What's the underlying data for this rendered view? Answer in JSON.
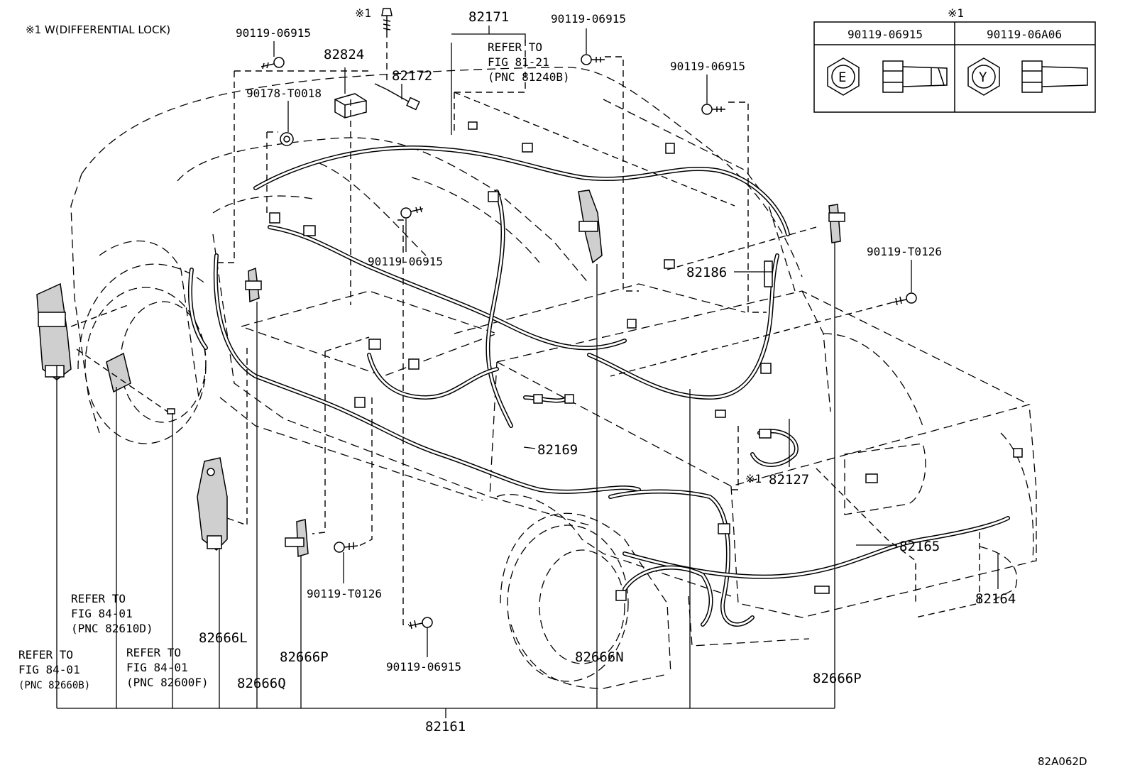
{
  "footnote": "※1 W(DIFFERENTIAL LOCK)",
  "drawing_code": "82A062D",
  "table": {
    "mark": "※1",
    "columns": [
      "90119-06915",
      "90119-06A06"
    ],
    "symbols": [
      "E",
      "Y"
    ]
  },
  "labels": {
    "p82171": "82171",
    "p82824": "82824",
    "p82172": "82172",
    "p82186": "82186",
    "p82169": "82169",
    "p82127": "82127",
    "p82127_mark": "※1",
    "p82165": "82165",
    "p82164": "82164",
    "p82161": "82161",
    "p82666L": "82666L",
    "p82666Q": "82666Q",
    "p82666P_left": "82666P",
    "p82666N": "82666N",
    "p82666P_right": "82666P",
    "bolt_top_mark": "※1",
    "bolt_a": "90119-06915",
    "bolt_b": "90119-06915",
    "bolt_c": "90119-06915",
    "bolt_d": "90119-06915",
    "bolt_e": "90119-06915",
    "bolt_t1": "90119-T0126",
    "bolt_t2": "90119-T0126",
    "clip": "90178-T0018"
  },
  "refs": {
    "r81": [
      "REFER TO",
      "FIG 81-21",
      "(PNC 81240B)"
    ],
    "r82610D": [
      "REFER TO",
      "FIG 84-01",
      "(PNC 82610D)"
    ],
    "r82660B": [
      "REFER TO",
      "FIG 84-01",
      "(PNC 82660B)"
    ],
    "r82600F": [
      "REFER TO",
      "FIG 84-01",
      "(PNC 82600F)"
    ]
  }
}
